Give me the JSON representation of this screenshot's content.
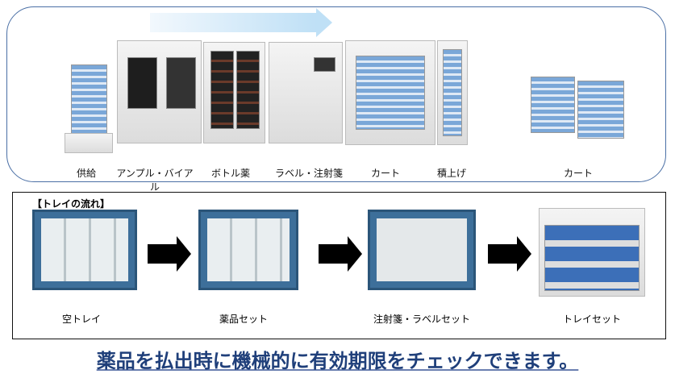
{
  "machines": [
    "供給",
    "アンプル・バイアル",
    "ボトル薬",
    "ラベル・注射箋",
    "カート",
    "積上げ",
    "カート"
  ],
  "flow_title": "【トレイの流れ】",
  "steps": [
    "空トレイ",
    "薬品セット",
    "注射箋・ラベルセット",
    "トレイセット"
  ],
  "slogan": "薬品を払出時に機械的に有効期限をチェックできます。",
  "colors": {
    "frame": "#4a6fa5",
    "slogan": "#1f3f7a"
  }
}
